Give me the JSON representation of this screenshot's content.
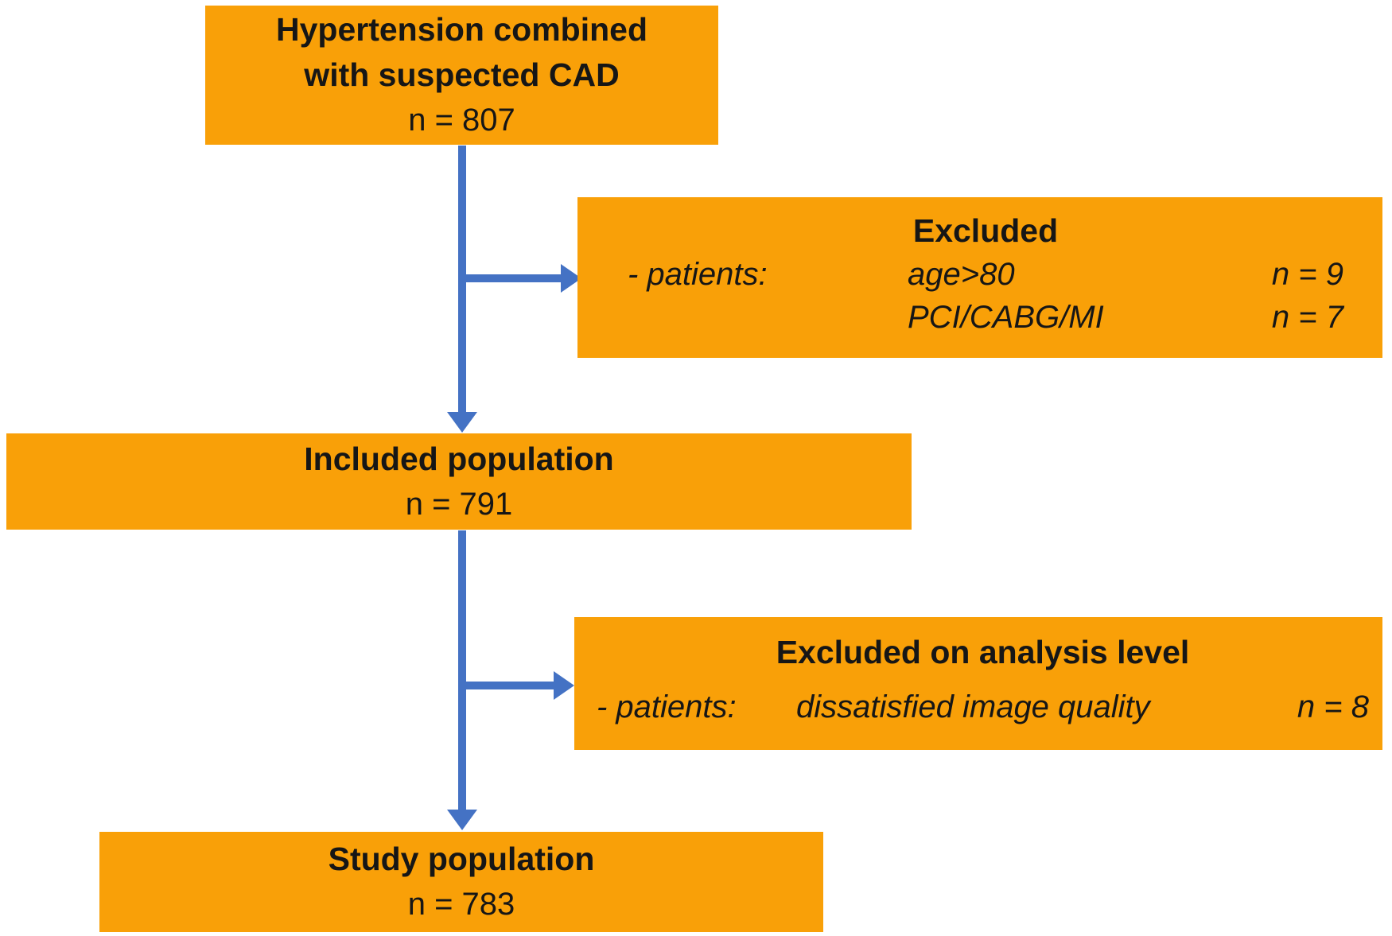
{
  "colors": {
    "box_fill": "#F9A008",
    "arrow_blue": "#4472C4",
    "text": "#161616"
  },
  "boxes": {
    "top": {
      "title_line1": "Hypertension combined",
      "title_line2": "with suspected CAD",
      "count": "n = 807"
    },
    "excluded1": {
      "title": "Excluded",
      "row_label": "- patients:",
      "rows": [
        {
          "reason": "age>80",
          "count": "n = 9"
        },
        {
          "reason": "PCI/CABG/MI",
          "count": "n = 7"
        }
      ]
    },
    "included": {
      "title": "Included population",
      "count": "n = 791"
    },
    "excluded2": {
      "title": "Excluded on analysis level",
      "row_label": "- patients:",
      "reason": "dissatisfied image quality",
      "count": "n = 8"
    },
    "study": {
      "title": "Study population",
      "count": "n = 783"
    }
  },
  "icons": {
    "arrow_down": "down-arrowhead",
    "arrow_right": "right-arrowhead"
  }
}
